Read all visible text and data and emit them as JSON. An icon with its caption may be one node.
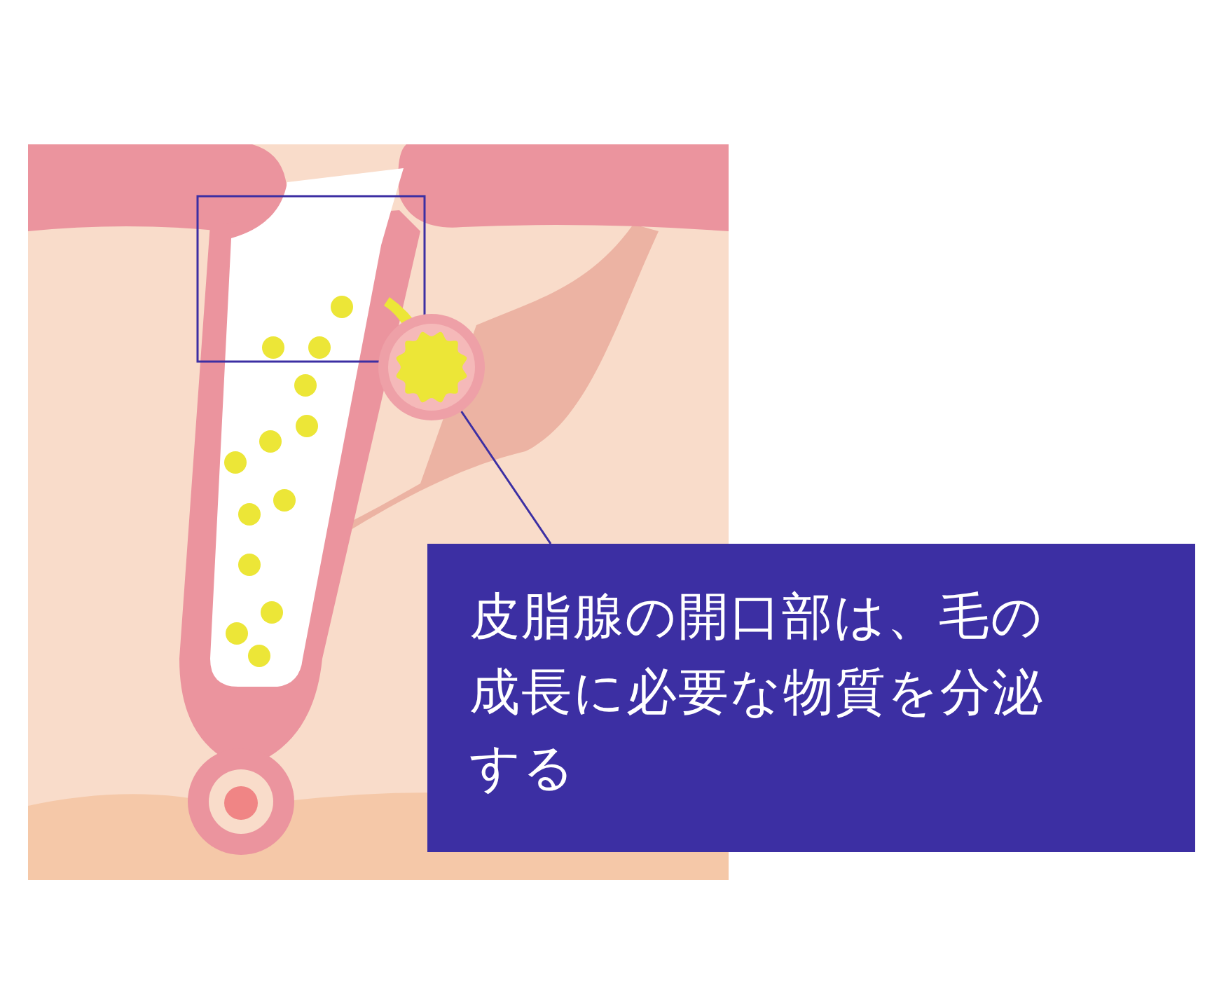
{
  "diagram": {
    "nodes": [
      {
        "text": [],
        "shape": "picture"
      },
      {
        "text": [
          "皮脂腺の開口部は、毛の成長に必要な物質を分泌する"
        ]
      }
    ],
    "edges": [
      {
        "from": 1,
        "to": 0,
        "arrow": "none"
      }
    ]
  }
}
